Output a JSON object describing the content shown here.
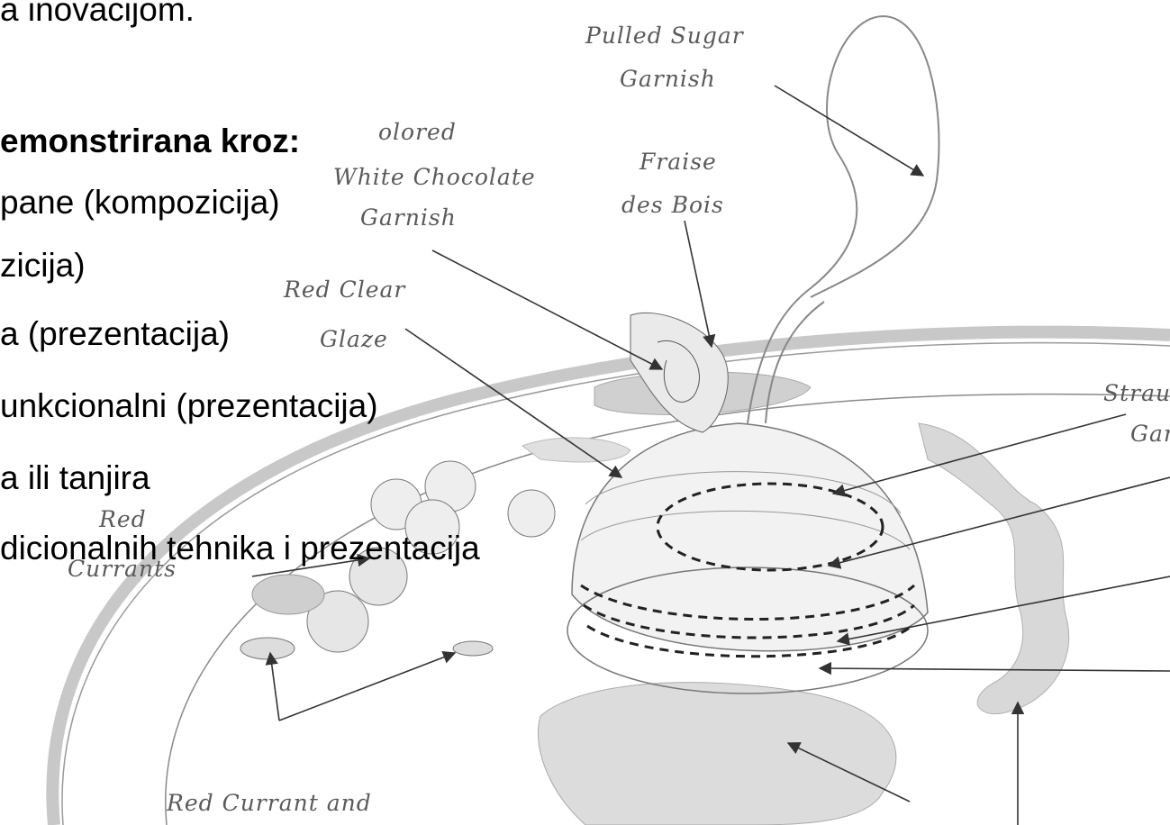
{
  "slide": {
    "lines": [
      "a inovacijom.",
      "emonstrirana kroz:",
      "pane (kompozicija)",
      "zicija)",
      "a (prezentacija)",
      "unkcionalni (prezentacija)",
      "a ili tanjira",
      "dicionalnih tehnika i prezentacija"
    ]
  },
  "labels": {
    "pulled_sugar_1": "Pulled Sugar",
    "pulled_sugar_2": "Garnish",
    "colored_1": "olored",
    "colored_2": "White Chocolate",
    "colored_3": "Garnish",
    "fraise_1": "Fraise",
    "fraise_2": "des Bois",
    "red_clear_1": "Red Clear",
    "red_clear_2": "Glaze",
    "straw_1": "Strau",
    "straw_2": "Gar",
    "red_1": "Red",
    "currants": "Currants",
    "red_currant_and": "Red Currant and"
  },
  "colors": {
    "text": "#000000",
    "sketch_line": "#6b6b6b",
    "shade": "#d6d6d6"
  }
}
